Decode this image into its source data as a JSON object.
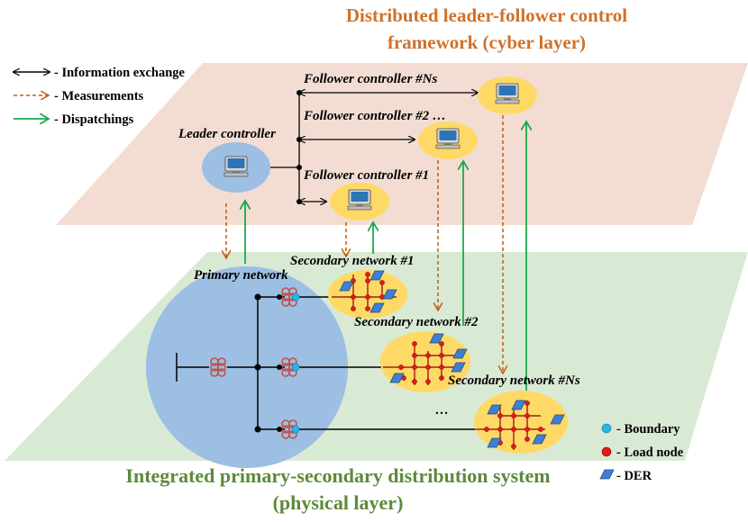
{
  "titles": {
    "cyber_line1": "Distributed leader-follower control",
    "cyber_line2": "framework (cyber layer)",
    "physical_line1": "Integrated primary-secondary distribution system",
    "physical_line2": "(physical layer)"
  },
  "legend_top": [
    {
      "label": "- Information exchange",
      "color": "#000000",
      "icon": "double-arrow"
    },
    {
      "label": "- Measurements",
      "color": "#c55a11",
      "icon": "dashed-arrow"
    },
    {
      "label": "- Dispatchings",
      "color": "#1aaa4a",
      "icon": "arrow"
    }
  ],
  "legend_bottom": [
    {
      "label": "- Boundary",
      "color": "#29b6e8",
      "icon": "circle"
    },
    {
      "label": "- Load node",
      "color": "#e31a1c",
      "icon": "circle"
    },
    {
      "label": "- DER",
      "color": "#3f7fd6",
      "icon": "parallelogram"
    }
  ],
  "cyber": {
    "leader": "Leader controller",
    "follower_ns": "Follower controller #Ns",
    "follower_2": "Follower controller #2 …",
    "follower_1": "Follower controller #1"
  },
  "physical": {
    "primary": "Primary network",
    "secondary_1": "Secondary network #1",
    "secondary_2": "Secondary network #2",
    "secondary_ns": "Secondary network #Ns",
    "ellipsis": "…"
  },
  "colors": {
    "cyber_plane": "#f3ddd2",
    "physical_plane": "#d9ead4",
    "primary_circle": "#9cbfe3",
    "secondary_circle": "#ffd966",
    "measurement": "#c55a11",
    "dispatching": "#1aaa4a",
    "transformer": "#c0504d"
  }
}
